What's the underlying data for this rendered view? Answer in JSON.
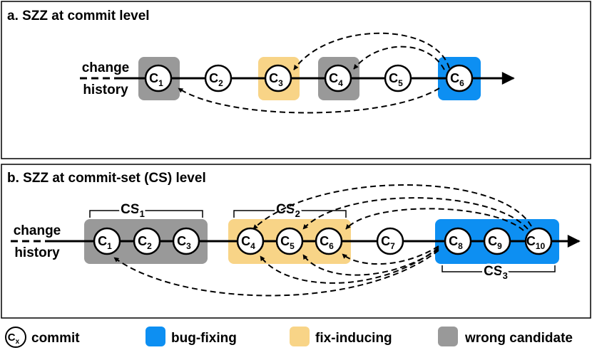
{
  "colors": {
    "bug_fixing": "#0d8ff2",
    "fix_inducing": "#f8d487",
    "wrong_candidate": "#999999"
  },
  "panel_a": {
    "title": "a. SZZ at commit level",
    "history_line1": "change",
    "history_line2": "history",
    "commits": [
      {
        "letter": "C",
        "sub": "1"
      },
      {
        "letter": "C",
        "sub": "2"
      },
      {
        "letter": "C",
        "sub": "3"
      },
      {
        "letter": "C",
        "sub": "4"
      },
      {
        "letter": "C",
        "sub": "5"
      },
      {
        "letter": "C",
        "sub": "6"
      }
    ]
  },
  "panel_b": {
    "title": "b. SZZ at commit-set (CS) level",
    "history_line1": "change",
    "history_line2": "history",
    "commits": [
      {
        "letter": "C",
        "sub": "1"
      },
      {
        "letter": "C",
        "sub": "2"
      },
      {
        "letter": "C",
        "sub": "3"
      },
      {
        "letter": "C",
        "sub": "4"
      },
      {
        "letter": "C",
        "sub": "5"
      },
      {
        "letter": "C",
        "sub": "6"
      },
      {
        "letter": "C",
        "sub": "7"
      },
      {
        "letter": "C",
        "sub": "8"
      },
      {
        "letter": "C",
        "sub": "9"
      },
      {
        "letter": "C",
        "sub": "10"
      }
    ],
    "commit_sets": [
      {
        "letter": "CS",
        "sub": "1"
      },
      {
        "letter": "CS",
        "sub": "2"
      },
      {
        "letter": "CS",
        "sub": "3"
      }
    ]
  },
  "legend": {
    "commit_icon_letter": "C",
    "commit_icon_sub": "x",
    "commit": "commit",
    "bug_fixing": "bug-fixing",
    "fix_inducing": "fix-inducing",
    "wrong_candidate": "wrong candidate"
  }
}
